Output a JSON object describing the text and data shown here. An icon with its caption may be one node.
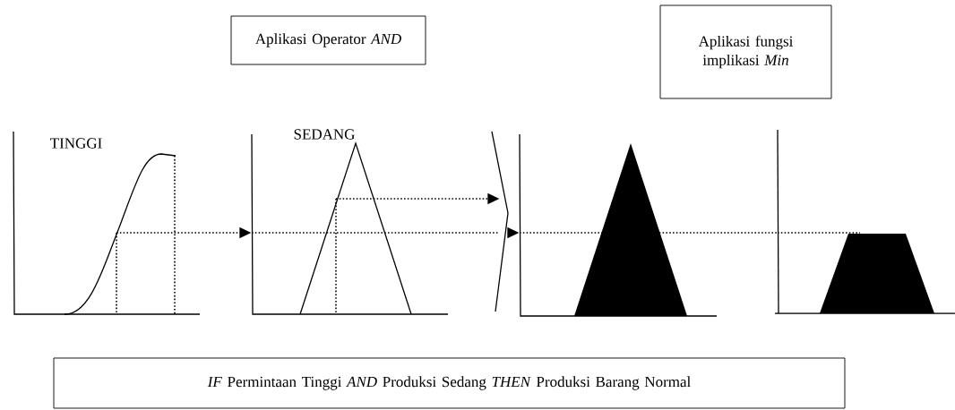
{
  "diagram": {
    "nodes": [
      {
        "text": [
          "Aplikasi Operator *AND*"
        ]
      },
      {
        "text": [
          "Aplikasi fungsi implikasi *Min*"
        ]
      },
      {
        "text": [
          "TINGGI"
        ]
      },
      {
        "text": [
          "SEDANG"
        ]
      },
      {
        "text": [],
        "shape": "bracket"
      },
      {
        "text": [],
        "shape": "triangle"
      },
      {
        "text": [],
        "shape": "trapezoid"
      },
      {
        "text": [
          "*IF* Permintaan Tinggi *AND* Produksi Sedang *THEN* Produksi Barang Normal"
        ]
      }
    ],
    "edges": [
      {
        "from": 2,
        "to": 3,
        "arrow": "to"
      },
      {
        "from": 3,
        "to": 4,
        "arrow": "to"
      },
      {
        "from": 3,
        "to": 4,
        "arrow": "none"
      },
      {
        "from": 4,
        "to": 5,
        "arrow": "to"
      },
      {
        "from": 5,
        "to": 6,
        "arrow": "none"
      }
    ]
  }
}
